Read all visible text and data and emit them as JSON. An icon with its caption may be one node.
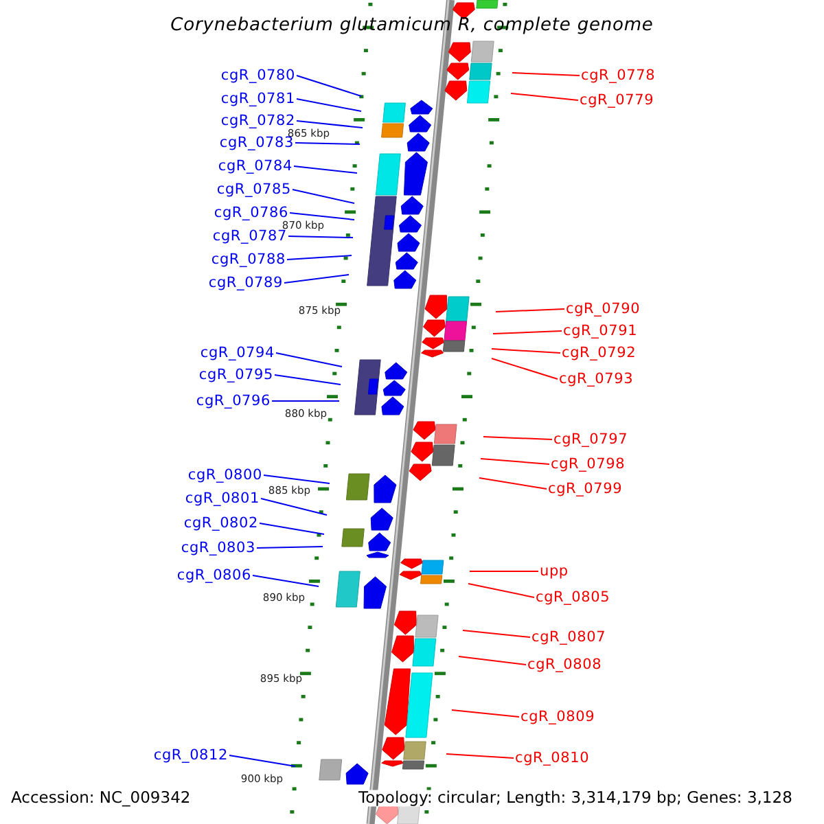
{
  "diagram": {
    "title": "Corynebacterium glutamicum R, complete genome",
    "nodes": [
      {
        "text": [
          "cgR_0780"
        ]
      },
      {
        "text": [
          "cgR_0781"
        ]
      },
      {
        "text": [
          "cgR_0782"
        ]
      },
      {
        "text": [
          "cgR_0783"
        ]
      },
      {
        "text": [
          "cgR_0784"
        ]
      },
      {
        "text": [
          "cgR_0785"
        ]
      },
      {
        "text": [
          "cgR_0786"
        ]
      },
      {
        "text": [
          "cgR_0787"
        ]
      },
      {
        "text": [
          "cgR_0788"
        ]
      },
      {
        "text": [
          "cgR_0789"
        ]
      },
      {
        "text": [
          "cgR_0794"
        ]
      },
      {
        "text": [
          "cgR_0795"
        ]
      },
      {
        "text": [
          "cgR_0796"
        ]
      },
      {
        "text": [
          "cgR_0800"
        ]
      },
      {
        "text": [
          "cgR_0801"
        ]
      },
      {
        "text": [
          "cgR_0802"
        ]
      },
      {
        "text": [
          "cgR_0803"
        ]
      },
      {
        "text": [
          "cgR_0806"
        ]
      },
      {
        "text": [
          "cgR_0812"
        ]
      },
      {
        "text": [
          "cgR_0778"
        ]
      },
      {
        "text": [
          "cgR_0779"
        ]
      },
      {
        "text": [
          "cgR_0790"
        ]
      },
      {
        "text": [
          "cgR_0791"
        ]
      },
      {
        "text": [
          "cgR_0792"
        ]
      },
      {
        "text": [
          "cgR_0793"
        ]
      },
      {
        "text": [
          "cgR_0797"
        ]
      },
      {
        "text": [
          "cgR_0798"
        ]
      },
      {
        "text": [
          "cgR_0799"
        ]
      },
      {
        "text": [
          "upp"
        ]
      },
      {
        "text": [
          "cgR_0805"
        ]
      },
      {
        "text": [
          "cgR_0807"
        ]
      },
      {
        "text": [
          "cgR_0808"
        ]
      },
      {
        "text": [
          "cgR_0809"
        ]
      },
      {
        "text": [
          "cgR_0810"
        ]
      }
    ],
    "edges": [
      {
        "from": 0,
        "to": null,
        "arrow": "none"
      },
      {
        "from": 1,
        "to": null,
        "arrow": "none"
      },
      {
        "from": 2,
        "to": null,
        "arrow": "none"
      },
      {
        "from": 3,
        "to": null,
        "arrow": "none"
      },
      {
        "from": 4,
        "to": null,
        "arrow": "none"
      },
      {
        "from": 5,
        "to": null,
        "arrow": "none"
      },
      {
        "from": 6,
        "to": null,
        "arrow": "none"
      },
      {
        "from": 7,
        "to": null,
        "arrow": "none"
      },
      {
        "from": 8,
        "to": null,
        "arrow": "none"
      },
      {
        "from": 9,
        "to": null,
        "arrow": "none"
      },
      {
        "from": 10,
        "to": null,
        "arrow": "none"
      },
      {
        "from": 11,
        "to": null,
        "arrow": "none"
      },
      {
        "from": 12,
        "to": null,
        "arrow": "none"
      },
      {
        "from": 13,
        "to": null,
        "arrow": "none"
      },
      {
        "from": 14,
        "to": null,
        "arrow": "none"
      },
      {
        "from": 15,
        "to": null,
        "arrow": "none"
      },
      {
        "from": 16,
        "to": null,
        "arrow": "none"
      },
      {
        "from": 17,
        "to": null,
        "arrow": "none"
      },
      {
        "from": 18,
        "to": null,
        "arrow": "none"
      },
      {
        "from": 19,
        "to": null,
        "arrow": "none",
        "color": "#ff0000"
      },
      {
        "from": 20,
        "to": null,
        "arrow": "none",
        "color": "#ff0000"
      },
      {
        "from": 21,
        "to": null,
        "arrow": "none",
        "color": "#ff0000"
      },
      {
        "from": 22,
        "to": null,
        "arrow": "none",
        "color": "#ff0000"
      },
      {
        "from": 23,
        "to": null,
        "arrow": "none",
        "color": "#ff0000"
      },
      {
        "from": 24,
        "to": null,
        "arrow": "none",
        "color": "#ff0000"
      },
      {
        "from": 25,
        "to": null,
        "arrow": "none",
        "color": "#ff0000"
      },
      {
        "from": 26,
        "to": null,
        "arrow": "none",
        "color": "#ff0000"
      },
      {
        "from": 27,
        "to": null,
        "arrow": "none",
        "color": "#ff0000"
      },
      {
        "from": 28,
        "to": null,
        "arrow": "none",
        "color": "#ff0000"
      },
      {
        "from": 29,
        "to": null,
        "arrow": "none",
        "color": "#ff0000"
      },
      {
        "from": 30,
        "to": null,
        "arrow": "none",
        "color": "#ff0000"
      },
      {
        "from": 31,
        "to": null,
        "arrow": "none",
        "color": "#ff0000"
      },
      {
        "from": 32,
        "to": null,
        "arrow": "none",
        "color": "#ff0000"
      },
      {
        "from": 33,
        "to": null,
        "arrow": "none",
        "color": "#ff0000"
      }
    ],
    "labels": [
      "865 kbp",
      "870 kbp",
      "875 kbp",
      "880 kbp",
      "885 kbp",
      "890 kbp",
      "895 kbp",
      "900 kbp",
      "Accession: NC_009342",
      "Topology: circular; Length: 3,314,179 bp; Genes: 3,128"
    ]
  }
}
